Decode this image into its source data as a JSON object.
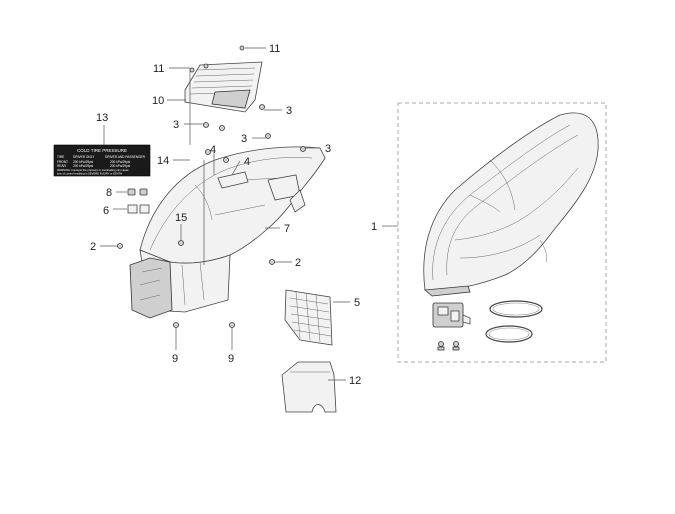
{
  "decal": {
    "title": "COLD TIRE PRESSURE",
    "header": [
      "TIRE",
      "DRIVER ONLY",
      "DRIVER AND PASSENGER"
    ],
    "rows": [
      [
        "FRONT",
        "200 kPa/29psi",
        "200 kPa/29psi"
      ],
      [
        "REAR",
        "200 kPa/29psi",
        "200 kPa/29psi"
      ]
    ],
    "warning_line1": "WARNING: Improper tire pressure or overloading can cause",
    "warning_line2": "loss of control resulting in SEVERE INJURY or DEATH"
  },
  "callouts": {
    "c1": "1",
    "c2a": "2",
    "c2b": "2",
    "c3a": "3",
    "c3b": "3",
    "c3c": "3",
    "c3d": "3",
    "c4a": "4",
    "c4b": "4",
    "c5": "5",
    "c6": "6",
    "c7": "7",
    "c8": "8",
    "c9a": "9",
    "c9b": "9",
    "c10": "10",
    "c11a": "11",
    "c11b": "11",
    "c12": "12",
    "c13": "13",
    "c14": "14",
    "c15": "15"
  },
  "colors": {
    "line": "#555555",
    "decal_bg": "#1a1a1a",
    "part_fill": "#f2f2f2",
    "seat_box": "#aaaaaa"
  }
}
